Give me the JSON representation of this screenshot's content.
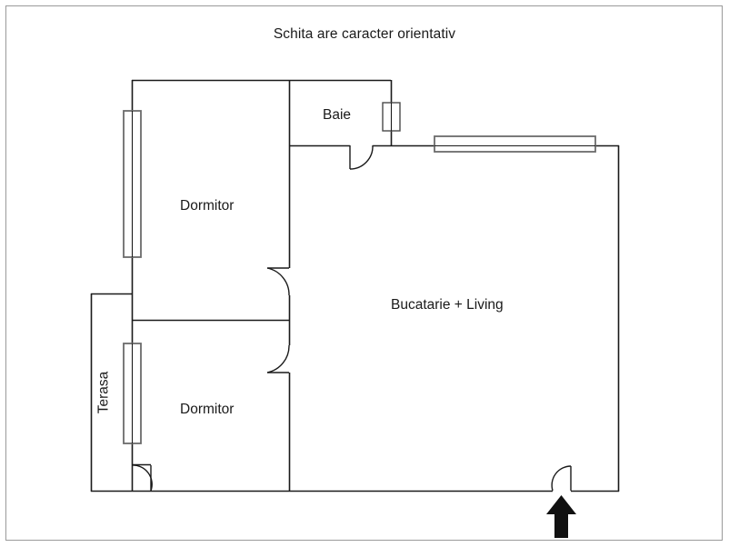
{
  "title": "Schita are caracter orientativ",
  "plan": {
    "rooms": [
      {
        "key": "dormitor_sus",
        "label": "Dormitor"
      },
      {
        "key": "dormitor_jos",
        "label": "Dormitor"
      },
      {
        "key": "baie",
        "label": "Baie"
      },
      {
        "key": "living",
        "label": "Bucatarie + Living"
      },
      {
        "key": "terasa",
        "label": "Terasa"
      }
    ],
    "colors": {
      "wall": "#1a1a1a",
      "window": "#6b6b6b",
      "door": "#1a1a1a",
      "entrance_arrow": "#111111",
      "frame": "#9a9a9a",
      "background": "#ffffff"
    },
    "features": {
      "entrance_marker": "up-arrow",
      "windows_count": 4,
      "doors_count": 4
    }
  }
}
